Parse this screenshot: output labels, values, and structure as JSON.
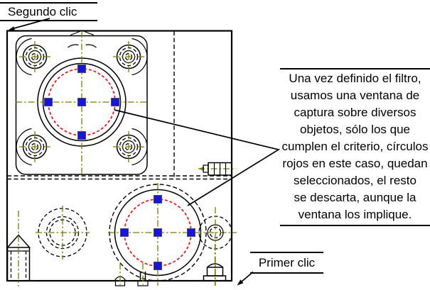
{
  "colors": {
    "black": "#000000",
    "olive": "#7c7c00",
    "red": "#ee1111",
    "blue": "#1515dd",
    "bg": "#ffffff"
  },
  "labels": {
    "segundo_clic": "Segundo clic",
    "primer_clic": "Primer clic"
  },
  "annotation": {
    "text": "Una vez definido el filtro,\nusamos una ventana de\ncaptura sobre diversos\nobjetos, sólo los que\ncumplen el criterio, círculos\nrojos en este caso, quedan\nseleccionados, el resto\nse descarta, aunque la\nventana los implique."
  }
}
